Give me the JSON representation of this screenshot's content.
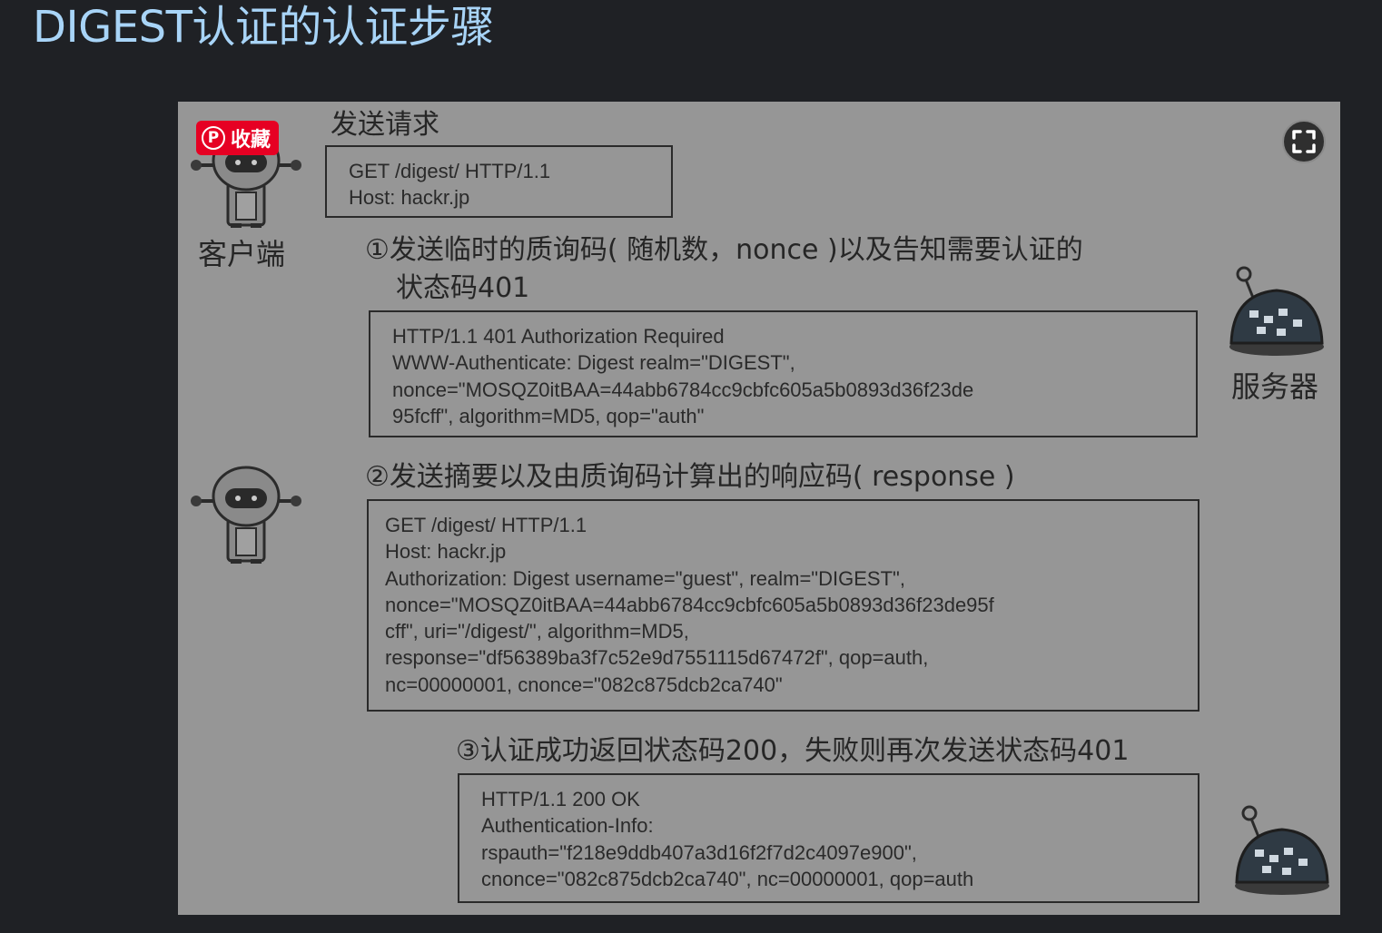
{
  "page": {
    "title": "DIGEST认证的认证步骤"
  },
  "pin_button": {
    "label": "收藏",
    "color": "#e60023"
  },
  "expand_button": {
    "icon": "expand-icon"
  },
  "diagram": {
    "client_label": "客户端",
    "server_label": "服务器",
    "step0": {
      "caption": "发送请求",
      "lines": [
        "GET /digest/ HTTP/1.1",
        "Host: hackr.jp"
      ]
    },
    "step1": {
      "caption_line1": "①发送临时的质询码( 随机数，nonce )以及告知需要认证的",
      "caption_line2": "状态码401",
      "lines": [
        "HTTP/1.1 401 Authorization Required",
        "WWW-Authenticate: Digest realm=\"DIGEST\",",
        "nonce=\"MOSQZ0itBAA=44abb6784cc9cbfc605a5b0893d36f23de",
        "95fcff\", algorithm=MD5, qop=\"auth\""
      ]
    },
    "step2": {
      "caption": "②发送摘要以及由质询码计算出的响应码( response )",
      "lines": [
        "GET /digest/ HTTP/1.1",
        "Host: hackr.jp",
        "Authorization: Digest username=\"guest\", realm=\"DIGEST\",",
        "nonce=\"MOSQZ0itBAA=44abb6784cc9cbfc605a5b0893d36f23de95f",
        "cff\", uri=\"/digest/\", algorithm=MD5,",
        "response=\"df56389ba3f7c52e9d7551115d67472f\", qop=auth,",
        "nc=00000001, cnonce=\"082c875dcb2ca740\""
      ]
    },
    "step3": {
      "caption": "③认证成功返回状态码200，失败则再次发送状态码401",
      "lines": [
        "HTTP/1.1 200 OK",
        "Authentication-Info:",
        "rspauth=\"f218e9ddb407a3d16f2f7d2c4097e900\",",
        "cnonce=\"082c875dcb2ca740\", nc=00000001, qop=auth"
      ]
    }
  },
  "colors": {
    "background": "#1f2125",
    "title": "#a8d4f7",
    "figure": "#969696"
  }
}
